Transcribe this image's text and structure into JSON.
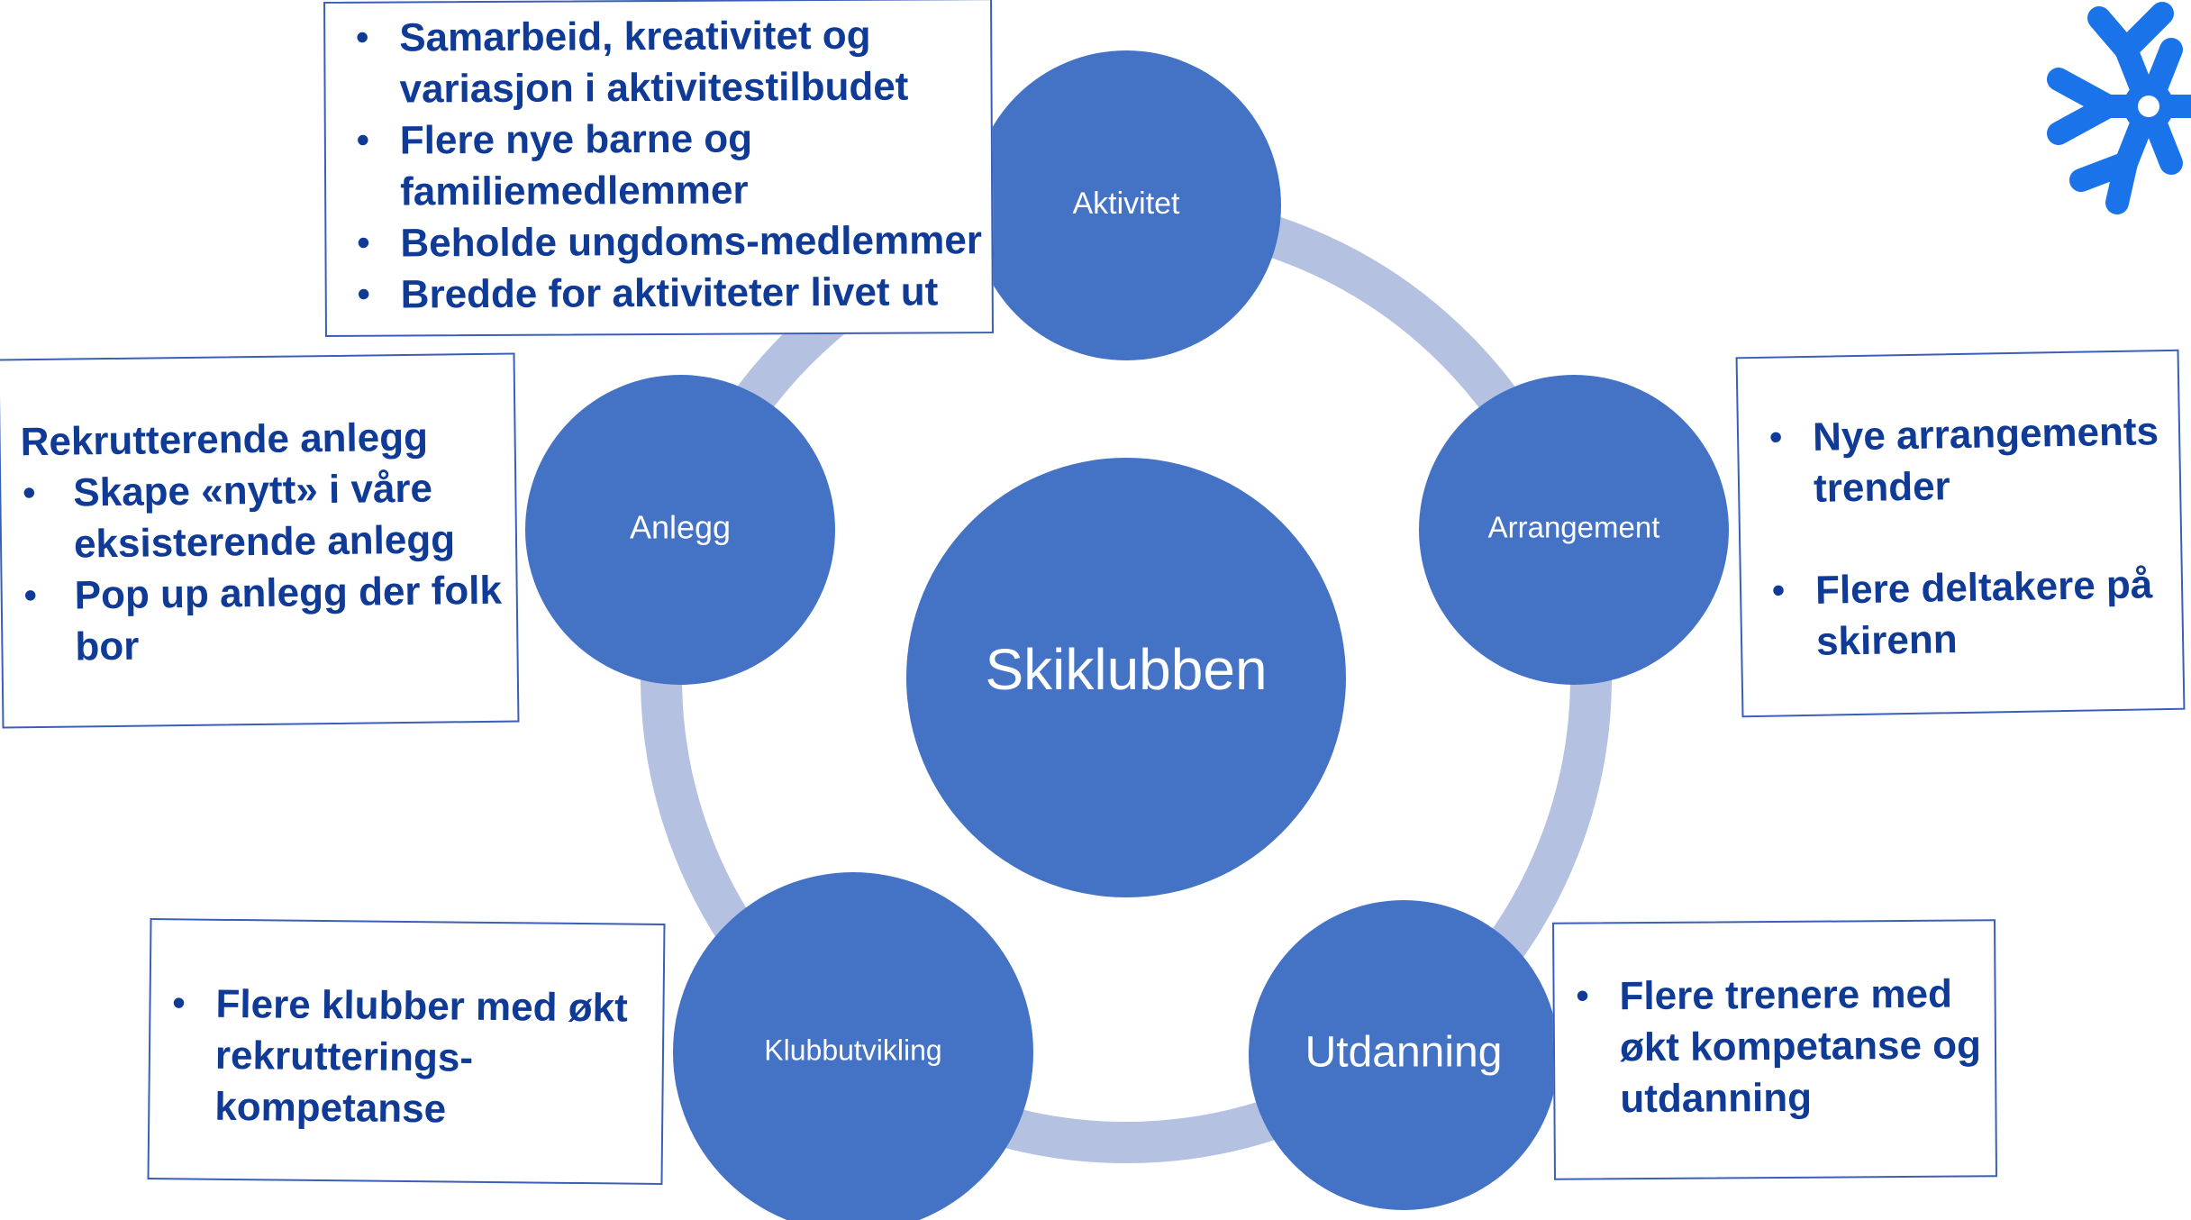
{
  "diagram": {
    "center": {
      "label": "Skiklubben"
    },
    "nodes": [
      {
        "id": "aktivitet",
        "label": "Aktivitet"
      },
      {
        "id": "arrangement",
        "label": "Arrangement"
      },
      {
        "id": "utdanning",
        "label": "Utdanning"
      },
      {
        "id": "klubbutvikling",
        "label": "Klubbutvikling"
      },
      {
        "id": "anlegg",
        "label": "Anlegg"
      }
    ],
    "colors": {
      "node": "#4472c4",
      "ring": "#b4c1e1",
      "text": "#0f3a96",
      "border": "#3a5fb8",
      "logo": "#1a73e8"
    },
    "logo_icon": "snowflake-logo"
  },
  "boxes": {
    "aktivitet": {
      "items": [
        "Samarbeid, kreativitet og variasjon i aktivitestilbudet",
        "Flere nye barne og familiemedlemmer",
        "Beholde ungdoms-medlemmer",
        "Bredde for aktiviteter livet ut"
      ]
    },
    "arrangement": {
      "items": [
        "Nye arrangements trender",
        "Flere deltakere på skirenn"
      ]
    },
    "anlegg": {
      "heading": "Rekrutterende anlegg",
      "items": [
        "Skape «nytt»  i våre eksisterende anlegg",
        "Pop up anlegg der folk bor"
      ]
    },
    "klubbutvikling": {
      "items": [
        "Flere klubber med økt rekrutterings-kompetanse"
      ]
    },
    "utdanning": {
      "items": [
        "Flere trenere med økt kompetanse og utdanning"
      ]
    }
  }
}
